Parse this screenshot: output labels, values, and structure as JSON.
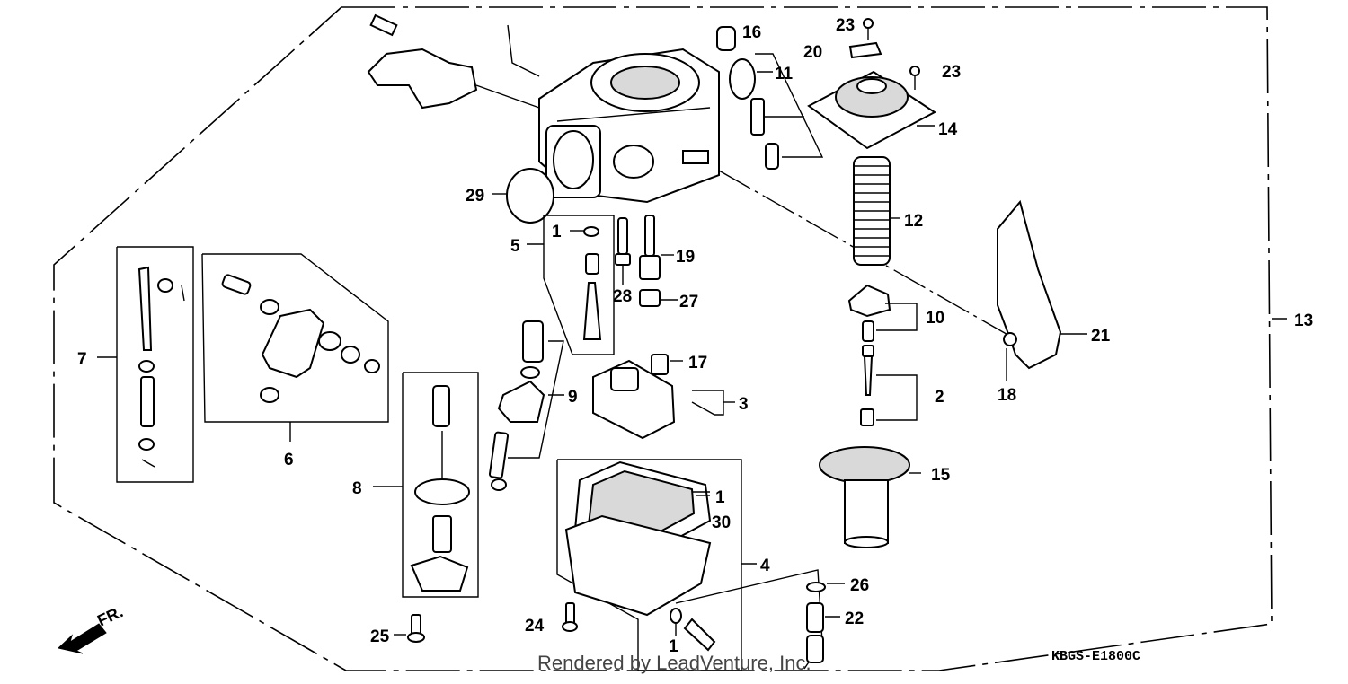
{
  "diagram": {
    "drawing_code": "KBGS-E1800C",
    "watermark": "Rendered by LeadVenture, Inc.",
    "direction_label": "FR.",
    "callouts": {
      "c1a": "1",
      "c1b": "1",
      "c1c": "1",
      "c2": "2",
      "c3": "3",
      "c4": "4",
      "c5": "5",
      "c6": "6",
      "c7": "7",
      "c8": "8",
      "c9": "9",
      "c10": "10",
      "c11": "11",
      "c12": "12",
      "c13": "13",
      "c14": "14",
      "c15": "15",
      "c16": "16",
      "c17": "17",
      "c18": "18",
      "c19": "19",
      "c20": "20",
      "c21": "21",
      "c22": "22",
      "c23a": "23",
      "c23b": "23",
      "c24": "24",
      "c25": "25",
      "c26": "26",
      "c27": "27",
      "c28": "28",
      "c29": "29",
      "c30": "30"
    }
  }
}
